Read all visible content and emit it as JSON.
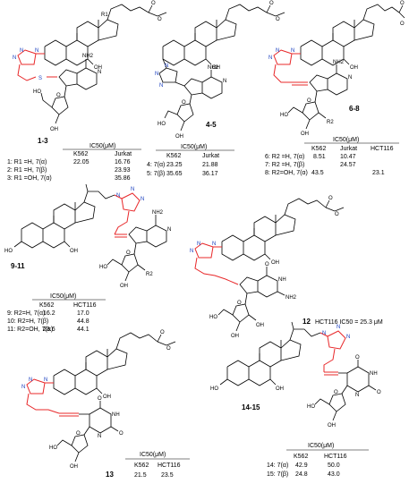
{
  "atoms": {
    "N": "N",
    "NH2": "NH2",
    "OH": "OH",
    "O": "O",
    "S": "S",
    "HO": "HO",
    "NH": "NH",
    "R1": "R1",
    "R2": "R2"
  },
  "ic50_header": "IC50(μM)",
  "panels": {
    "p1": {
      "label": "1-3",
      "cols": [
        "K562",
        "Jurkat"
      ],
      "rows": [
        {
          "name": "1: R1 =H, 7(α)",
          "v1": "22.05",
          "v2": "16.76"
        },
        {
          "name": "2: R1 =H, 7(β)",
          "v1": "",
          "v2": "23.93"
        },
        {
          "name": "3: R1 =OH, 7(α)",
          "v1": "",
          "v2": "35.86"
        }
      ]
    },
    "p2": {
      "label": "4-5",
      "cols": [
        "K562",
        "Jurkat"
      ],
      "rows": [
        {
          "name": "4: 7(α)",
          "v1": "23.25",
          "v2": "21.88"
        },
        {
          "name": "5: 7(β)",
          "v1": "35.65",
          "v2": "36.17"
        }
      ]
    },
    "p3": {
      "label": "6-8",
      "cols": [
        "K562",
        "Jurkat",
        "HCT116"
      ],
      "rows": [
        {
          "name": "6: R2 =H, 7(α)",
          "v1": "8.51",
          "v2": "10.47",
          "v3": ""
        },
        {
          "name": "7: R2 =H, 7(β)",
          "v1": "",
          "v2": "24.57",
          "v3": ""
        },
        {
          "name": "8: R2=OH, 7(α)",
          "v1": "43.5",
          "v2": "",
          "v3": "23.1"
        }
      ]
    },
    "p4": {
      "label": "9-11",
      "cols": [
        "K562",
        "HCT116"
      ],
      "rows": [
        {
          "name": "9: R2=H, 7(α)",
          "v1": "16.2",
          "v2": "17.0"
        },
        {
          "name": "10: R2=H, 7(β)",
          "v1": "",
          "v2": "44.8"
        },
        {
          "name": "11: R2=OH, 7(α)",
          "v1": "23.6",
          "v2": "44.1"
        }
      ]
    },
    "p5": {
      "label": "12",
      "note": "HCT116   IC50 = 25.3 μM"
    },
    "p6": {
      "label": "13",
      "cols": [
        "K562",
        "HCT116"
      ],
      "rows": [
        {
          "name": "",
          "v1": "21.5",
          "v2": "23.5"
        }
      ]
    },
    "p7": {
      "label": "14-15",
      "cols": [
        "K562",
        "HCT116"
      ],
      "rows": [
        {
          "name": "14: 7(α)",
          "v1": "42.9",
          "v2": "50.0"
        },
        {
          "name": "15: 7(β)",
          "v1": "24.8",
          "v2": "43.0"
        }
      ]
    }
  }
}
